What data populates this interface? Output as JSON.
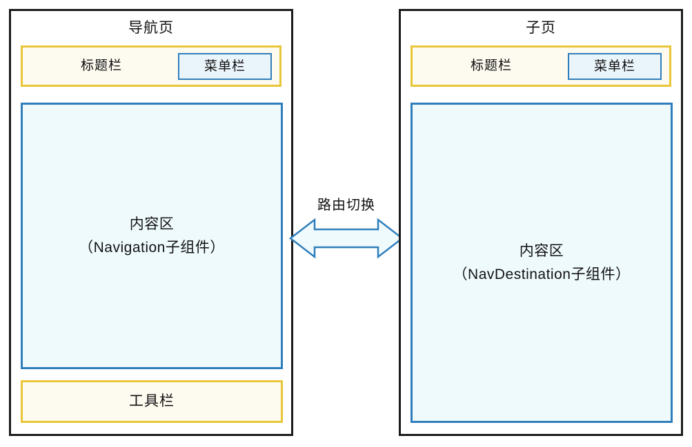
{
  "diagram": {
    "title_left": "导航页",
    "title_right": "子页",
    "connector": {
      "label": "路由切换",
      "icon": "double-headed-horizontal-arrow",
      "fill_color": "#effafd",
      "stroke_color": "#2e7ebb"
    },
    "colors": {
      "panel_border": "#1a1a1a",
      "titlebar_border": "#e8c637",
      "titlebar_fill": "#fdfaef",
      "content_border": "#2e7ebb",
      "content_fill": "#effafd",
      "menubar_border": "#2e7ebb",
      "menubar_fill": "#eaf4fb",
      "toolbar_border": "#e8c637",
      "toolbar_fill": "#fdfaef"
    },
    "left_panel": {
      "name": "导航页",
      "titlebar": {
        "label": "标题栏",
        "menubar_label": "菜单栏"
      },
      "content": {
        "line1": "内容区",
        "line2": "（Navigation子组件）"
      },
      "toolbar": {
        "label": "工具栏"
      }
    },
    "right_panel": {
      "name": "子页",
      "titlebar": {
        "label": "标题栏",
        "menubar_label": "菜单栏"
      },
      "content": {
        "line1": "内容区",
        "line2": "（NavDestination子组件）"
      }
    }
  }
}
